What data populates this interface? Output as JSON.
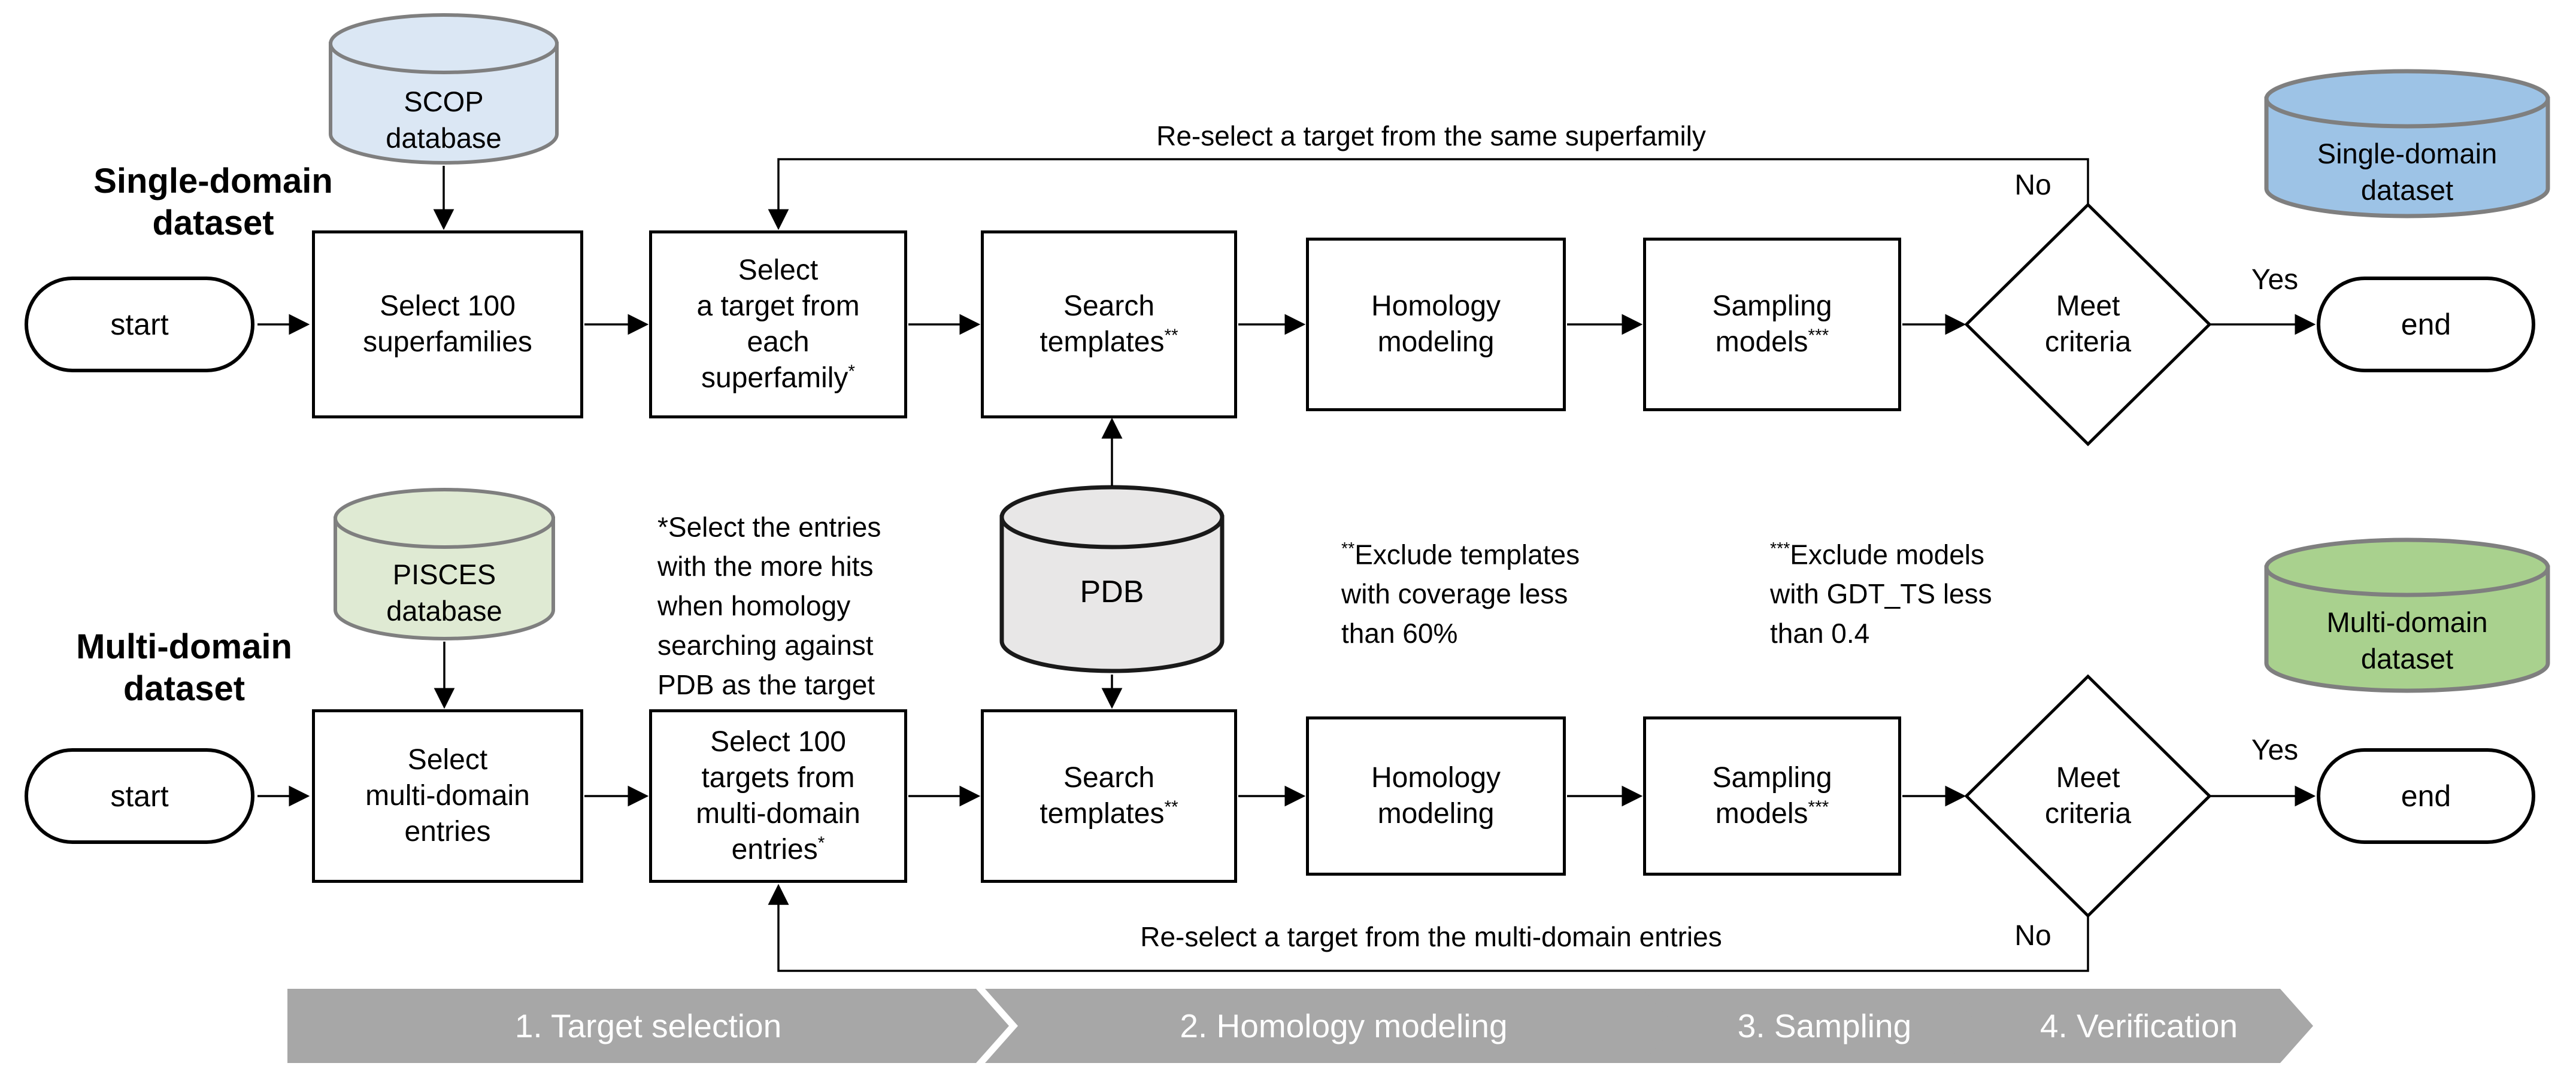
{
  "colors": {
    "scop_fill": "#dbe7f4",
    "pisces_fill": "#dfead3",
    "pdb_fill": "#e8e7e7",
    "single_dataset_fill": "#9dc3e6",
    "multi_dataset_fill": "#a9d18e",
    "cylinder_border": "#7f7f7f",
    "banner_bg": "#a7a7a7",
    "line_color": "#000000"
  },
  "row_labels": {
    "single": "Single-domain\ndataset",
    "multi": "Multi-domain\ndataset"
  },
  "cylinders": {
    "scop": "SCOP\ndatabase",
    "pisces": "PISCES\ndatabase",
    "pdb": "PDB",
    "single_dataset": "Single-domain\ndataset",
    "multi_dataset": "Multi-domain\ndataset"
  },
  "top_row": {
    "start": "start",
    "end": "end",
    "boxes": [
      {
        "label": "Select 100\nsuperfamilies",
        "sup": ""
      },
      {
        "label": "Select\na target from\neach\nsuperfamily",
        "sup": "*"
      },
      {
        "label": "Search\ntemplates",
        "sup": "**"
      },
      {
        "label": "Homology\nmodeling",
        "sup": ""
      },
      {
        "label": "Sampling\nmodels",
        "sup": "***"
      }
    ],
    "decision": "Meet\ncriteria",
    "yes": "Yes",
    "no": "No",
    "loop_label": "Re-select a target from the same superfamily"
  },
  "bottom_row": {
    "start": "start",
    "end": "end",
    "boxes": [
      {
        "label": "Select\nmulti-domain\nentries",
        "sup": ""
      },
      {
        "label": "Select 100\ntargets from\nmulti-domain\nentries",
        "sup": "*"
      },
      {
        "label": "Search\ntemplates",
        "sup": "**"
      },
      {
        "label": "Homology\nmodeling",
        "sup": ""
      },
      {
        "label": "Sampling\nmodels",
        "sup": "***"
      }
    ],
    "decision": "Meet\ncriteria",
    "yes": "Yes",
    "no": "No",
    "loop_label": "Re-select a target from the multi-domain entries"
  },
  "footnotes": [
    {
      "sup": "",
      "text": "*Select the entries\nwith the more hits\nwhen homology\nsearching against\nPDB as the target"
    },
    {
      "sup": "**",
      "text": "Exclude templates\nwith coverage less\nthan 60%"
    },
    {
      "sup": "***",
      "text": "Exclude models\nwith GDT_TS less\nthan 0.4"
    }
  ],
  "banner": {
    "steps": [
      "1. Target selection",
      "2. Homology modeling",
      "3. Sampling",
      "4. Verification"
    ]
  }
}
